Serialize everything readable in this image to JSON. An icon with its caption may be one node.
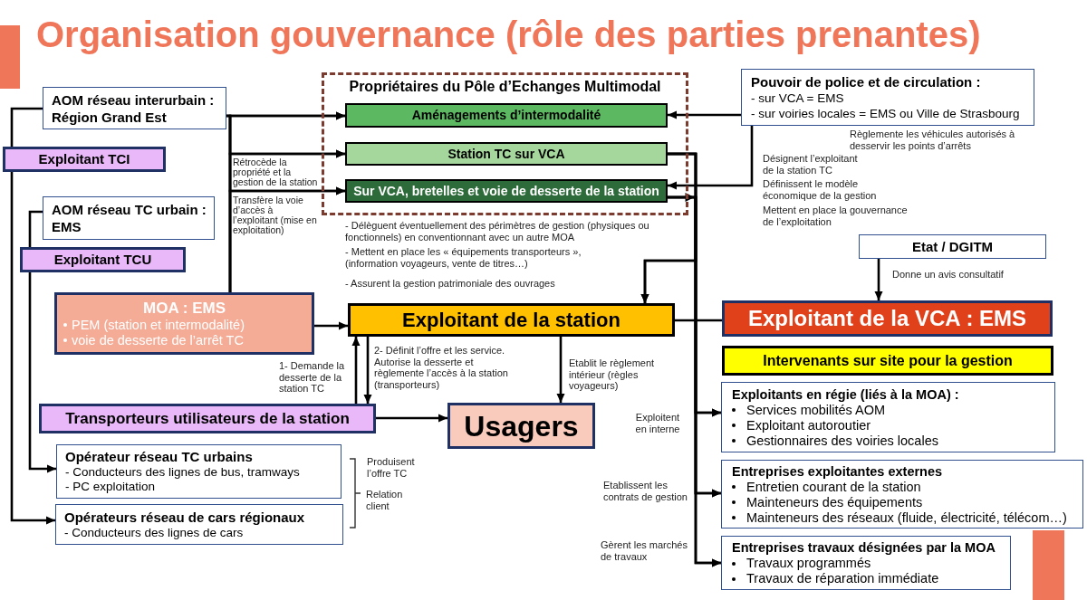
{
  "diagram": {
    "title": "Organisation gouvernance (rôle des parties prenantes)",
    "nodes": [
      {
        "text": [
          "AOM réseau interurbain : Région Grand Est"
        ]
      },
      {
        "text": [
          "Exploitant TCI"
        ]
      },
      {
        "text": [
          "AOM réseau TC urbain : EMS"
        ]
      },
      {
        "text": [
          "Exploitant TCU"
        ]
      },
      {
        "text": [
          "Propriétaires du Pôle d’Echanges Multimodal"
        ]
      },
      {
        "text": [
          "Aménagements d’intermodalité"
        ],
        "in": 4
      },
      {
        "text": [
          "Station TC sur VCA"
        ],
        "in": 4
      },
      {
        "text": [
          "Sur VCA, bretelles et voie de desserte de la station"
        ],
        "in": 4
      },
      {
        "text": [
          "Pouvoir de police et de circulation :",
          "- sur VCA = EMS",
          "- sur voiries locales = EMS ou Ville de Strasbourg"
        ],
        "beside": [
          "Règlemente les véhicules autorisés à desservir les points d’arrêts"
        ]
      },
      {
        "text": [
          "Etat / DGITM"
        ]
      },
      {
        "text": [
          "MOA : EMS",
          "PEM (station et intermodalité)",
          "voie de desserte de l’arrêt TC"
        ]
      },
      {
        "text": [
          "Exploitant de la station"
        ]
      },
      {
        "text": [
          "Exploitant de la VCA : EMS"
        ]
      },
      {
        "text": [
          "Intervenants sur site pour la gestion"
        ]
      },
      {
        "text": [
          "Exploitants en régie (liés à la MOA) :",
          "Services mobilités AOM",
          "Exploitant autoroutier",
          "Gestionnaires des voiries locales"
        ]
      },
      {
        "text": [
          "Entreprises exploitantes externes",
          "Entretien courant de la station",
          "Mainteneurs des équipements",
          "Mainteneurs des réseaux (fluide, électricité, télécom…)"
        ]
      },
      {
        "text": [
          "Entreprises travaux désignées par la MOA",
          "Travaux programmés",
          "Travaux de réparation immédiate"
        ]
      },
      {
        "text": [
          "Transporteurs utilisateurs de la station"
        ]
      },
      {
        "text": [
          "Usagers"
        ]
      },
      {
        "text": [
          "Opérateur réseau TC urbains",
          "- Conducteurs des lignes de bus, tramways",
          "- PC exploitation"
        ]
      },
      {
        "text": [
          "Opérateurs réseau de cars régionaux",
          "- Conducteurs des lignes de cars"
        ]
      }
    ],
    "edges": [
      {
        "from": 0,
        "to": 1,
        "arrow": "none"
      },
      {
        "from": 1,
        "to": 20,
        "arrow": "to"
      },
      {
        "from": 2,
        "to": 3,
        "arrow": "none"
      },
      {
        "from": 3,
        "to": 19,
        "arrow": "to"
      },
      {
        "from": 0,
        "to": 5,
        "arrow": "to"
      },
      {
        "from": 0,
        "to": 6,
        "arrow": "to"
      },
      {
        "from": 0,
        "to": 7,
        "arrow": "to"
      },
      {
        "from": 10,
        "to": 5,
        "arrow": "to"
      },
      {
        "from": 10,
        "to": 6,
        "arrow": "to",
        "label": "Rétrocède la propriété et la gestion de la station"
      },
      {
        "from": 10,
        "to": 7,
        "arrow": "to",
        "label": "Transfère la voie d’accès à l’exploitant (mise en exploitation)"
      },
      {
        "from": 8,
        "to": 5,
        "arrow": "to"
      },
      {
        "from": 8,
        "to": 7,
        "arrow": "to"
      },
      {
        "from": 6,
        "to": 11,
        "arrow": "to"
      },
      {
        "from": 7,
        "to": 11,
        "arrow": "to"
      },
      {
        "from": 6,
        "to": 14,
        "arrow": "to",
        "label": "Exploitent en interne"
      },
      {
        "from": 7,
        "to": 14,
        "arrow": "to"
      },
      {
        "from": 6,
        "to": 15,
        "arrow": "to",
        "label": "Etablissent les contrats de gestion"
      },
      {
        "from": 7,
        "to": 15,
        "arrow": "to"
      },
      {
        "from": 6,
        "to": 16,
        "arrow": "to",
        "label": "Gèrent les marchés de travaux"
      },
      {
        "from": 7,
        "to": 16,
        "arrow": "to"
      },
      {
        "from": 9,
        "to": 12,
        "arrow": "to",
        "label": "Donne un avis consultatif"
      },
      {
        "from": 10,
        "to": 11,
        "arrow": "to"
      },
      {
        "from": 11,
        "to": 12,
        "arrow": "none"
      },
      {
        "from": 17,
        "to": 11,
        "arrow": "to",
        "label": "1- Demande la desserte de la station TC"
      },
      {
        "from": 11,
        "to": 17,
        "arrow": "to",
        "label": "2- Définit l’offre et les service. Autorise la desserte et règlemente l’accès à la station (transporteurs)"
      },
      {
        "from": 11,
        "to": 18,
        "arrow": "to",
        "label": "Etablit le règlement intérieur (règles voyageurs)"
      },
      {
        "from": 17,
        "to": 18,
        "arrow": "to"
      }
    ],
    "labels": [
      "Désignent l’exploitant de la station TC",
      "Définissent le modèle économique de la gestion",
      "Mettent en place la gouvernance de l’exploitation",
      "- Délèguent éventuellement des périmètres de gestion (physiques ou fonctionnels) en conventionnant avec un autre MOA",
      "- Mettent en place les « équipements transporteurs », (information voyageurs, vente de titres…)",
      "- Assurent la gestion patrimoniale des ouvrages",
      "Produisent l’offre TC",
      "Relation client"
    ]
  }
}
